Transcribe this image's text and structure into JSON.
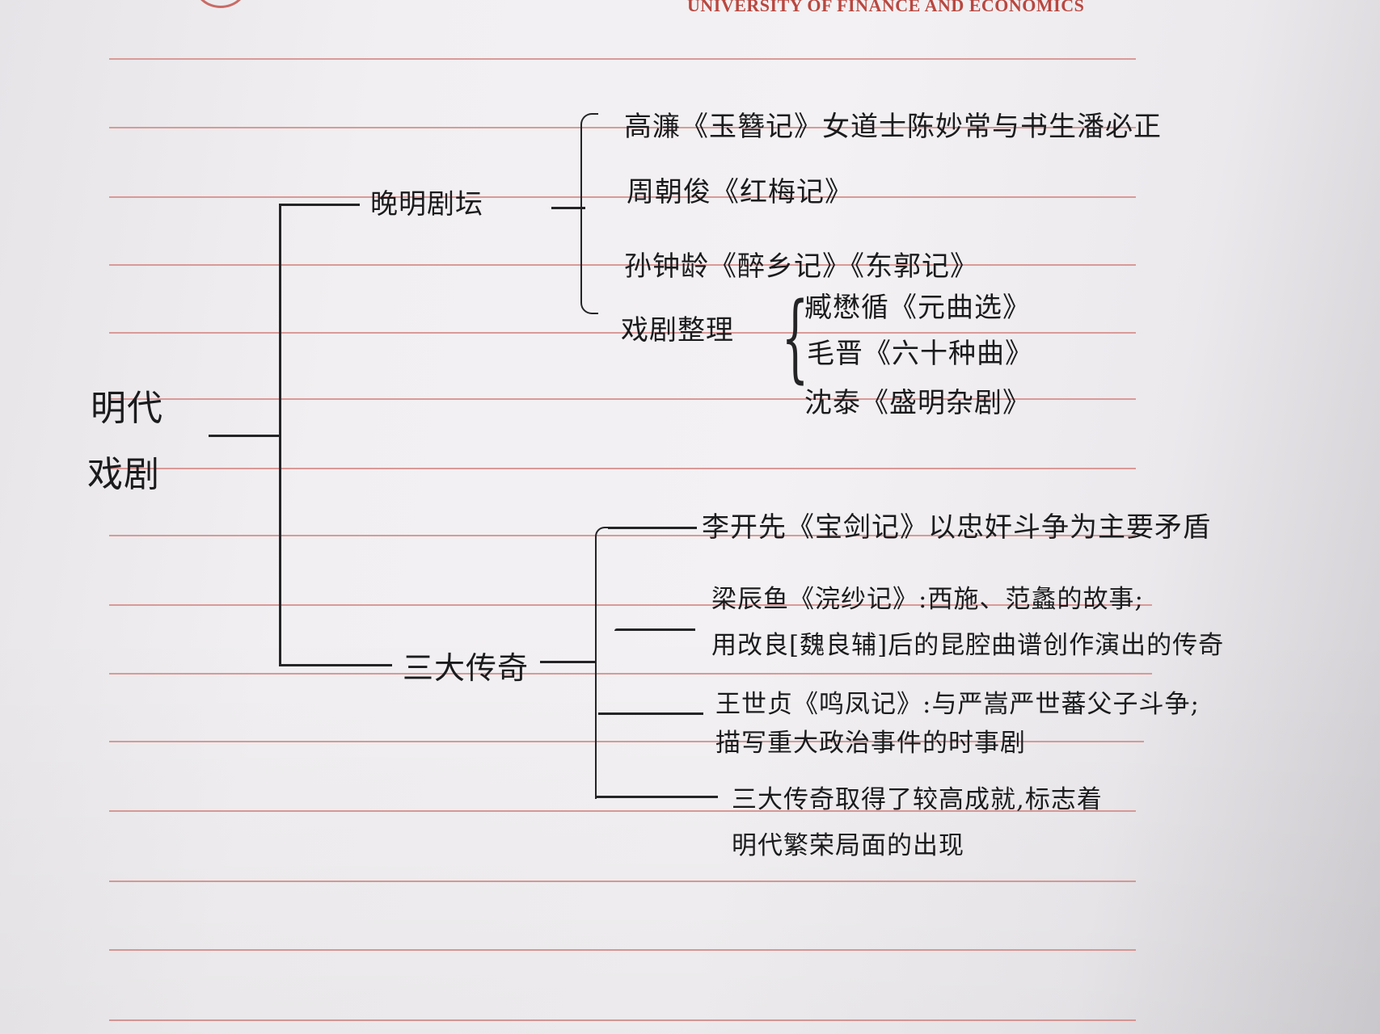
{
  "header": {
    "university_text": "UNIVERSITY OF FINANCE AND ECONOMICS",
    "accent_color": "#b9473f"
  },
  "root": {
    "label_line1": "明代",
    "label_line2": "戏剧"
  },
  "branches": [
    {
      "label": "晚明剧坛",
      "children": [
        {
          "text": "高濂《玉簪记》女道士陈妙常与书生潘必正"
        },
        {
          "text": "周朝俊《红梅记》"
        },
        {
          "text": "孙钟龄《醉乡记》《东郭记》"
        },
        {
          "label": "戏剧整理",
          "children": [
            {
              "text": "臧懋循《元曲选》"
            },
            {
              "text": "毛晋《六十种曲》"
            },
            {
              "text": "沈泰《盛明杂剧》"
            }
          ]
        }
      ]
    },
    {
      "label": "三大传奇",
      "children": [
        {
          "lines": [
            "李开先《宝剑记》以忠奸斗争为主要矛盾"
          ]
        },
        {
          "lines": [
            "梁辰鱼《浣纱记》:西施、范蠡的故事;",
            "用改良[魏良辅]后的昆腔曲谱创作演出的传奇"
          ]
        },
        {
          "lines": [
            "王世贞《鸣凤记》:与严嵩严世蕃父子斗争;",
            "描写重大政治事件的时事剧"
          ]
        },
        {
          "lines": [
            "三大传奇取得了较高成就,标志着",
            "明代繁荣局面的出现"
          ]
        }
      ]
    }
  ]
}
